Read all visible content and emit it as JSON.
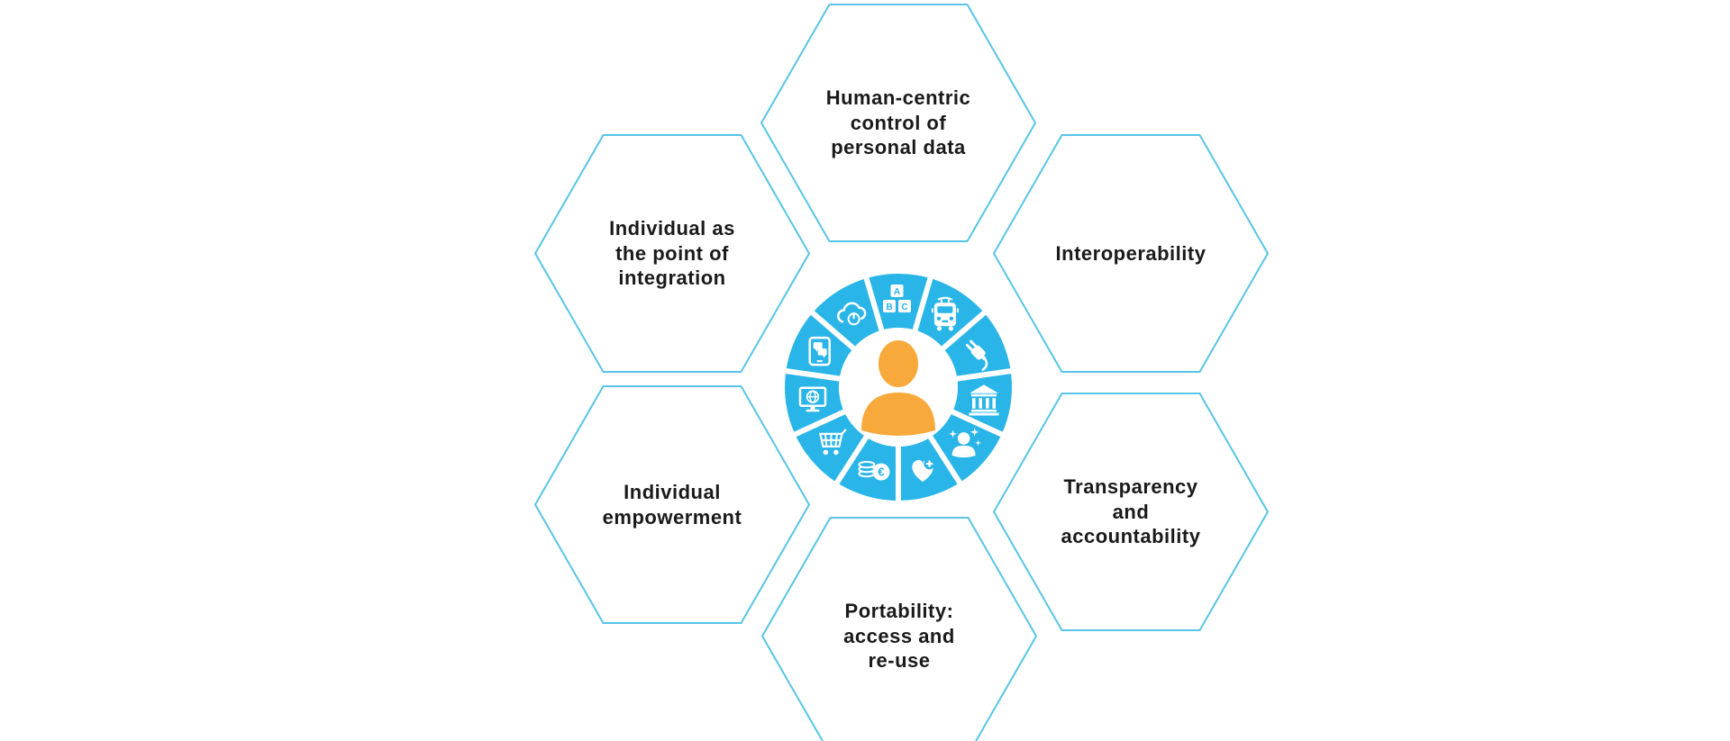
{
  "colors": {
    "background": "#FFFFFF",
    "hex_border": "#58C4E7",
    "ring": "#29B5E8",
    "person": "#F7A93C",
    "icon": "#FFFFFF",
    "text": "#1A1A1A"
  },
  "hexagons": [
    {
      "id": "human-centric",
      "label": "Human-centric\ncontrol of\npersonal data"
    },
    {
      "id": "integration",
      "label": "Individual as\nthe point of\nintegration"
    },
    {
      "id": "interoperability",
      "label": "Interoperability"
    },
    {
      "id": "empowerment",
      "label": "Individual\nempowerment"
    },
    {
      "id": "transparency",
      "label": "Transparency\nand\naccountability"
    },
    {
      "id": "portability",
      "label": "Portability:\naccess and\nre-use"
    }
  ],
  "wheel": {
    "center_icon": "person-icon",
    "segment_icons": [
      "abc-blocks-icon",
      "tram-icon",
      "power-plug-icon",
      "bank-icon",
      "person-stars-icon",
      "health-heart-icon",
      "euro-coins-icon",
      "shopping-cart-icon",
      "web-monitor-icon",
      "tablet-chat-icon",
      "cloud-power-icon"
    ],
    "abc_letters": [
      "A",
      "B",
      "C"
    ],
    "euro_symbol": "€"
  }
}
